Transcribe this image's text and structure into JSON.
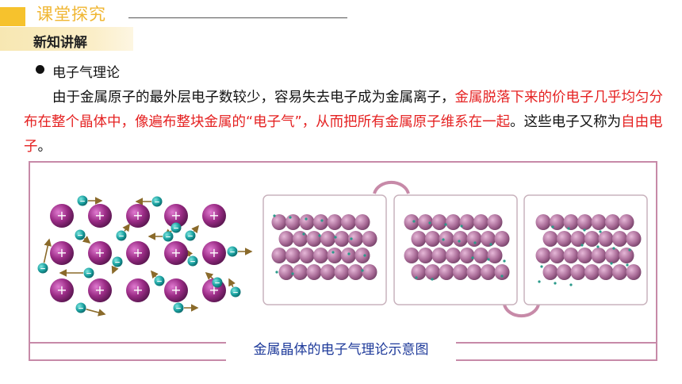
{
  "header": {
    "title": "课堂探究"
  },
  "subtitle": "新知讲解",
  "topic": "电子气理论",
  "paragraph": {
    "part1": "由于金属原子的最外层电子数较少，容易失去电子成为金属离子，",
    "red1": "金属脱落下来的价电子几乎均匀分布在整个晶体中，像遍布整块金属的“电子气”，从而把所有金属原子维系在一起",
    "part2": "。这些电子又称为",
    "red2": "自由电子",
    "part3": "。"
  },
  "figure": {
    "caption": "金属晶体的电子气理论示意图",
    "ion_symbol": "+",
    "electron_symbol": "−",
    "colors": {
      "ion": "#9b2c86",
      "electron": "#1aa1a0",
      "arrow": "#8a6a2a",
      "frame": "#c78aa8",
      "panel_atom": "#a86a96"
    }
  }
}
